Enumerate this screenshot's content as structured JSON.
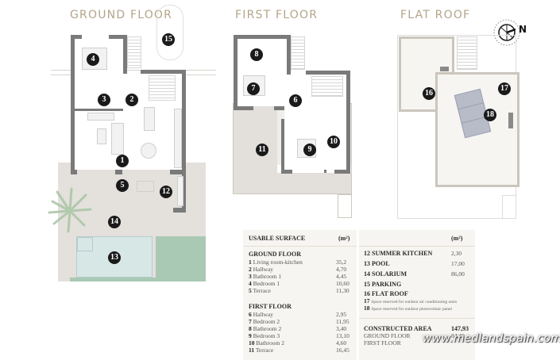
{
  "titles": {
    "ground_floor": "GROUND FLOOR",
    "first_floor": "FIRST FLOOR",
    "flat_roof": "FLAT ROOF"
  },
  "compass": {
    "label": "N"
  },
  "room_markers": [
    "1",
    "2",
    "3",
    "4",
    "5",
    "6",
    "7",
    "8",
    "9",
    "10",
    "11",
    "12",
    "13",
    "14",
    "15",
    "16",
    "17",
    "18"
  ],
  "colors": {
    "title": "#b2a58a",
    "wall": "#7a7a7a",
    "terrace": "#e2deda",
    "pool": "#d6e6e6",
    "lawn": "#a9c9b4",
    "panel": "#b8bbc8",
    "table_bg": "#f7f5f1"
  },
  "table": {
    "left": {
      "header": "USABLE SURFACE",
      "unit": "(m²)",
      "ground_floor": {
        "heading": "GROUND FLOOR",
        "rows": [
          {
            "num": "1",
            "label": "Living room-kitchen",
            "value": "35,2"
          },
          {
            "num": "2",
            "label": "Hallway",
            "value": "4,70"
          },
          {
            "num": "3",
            "label": "Bathroom 1",
            "value": "4,45"
          },
          {
            "num": "4",
            "label": "Bedroom 1",
            "value": "10,60"
          },
          {
            "num": "5",
            "label": "Terrace",
            "value": "11,30"
          }
        ]
      },
      "first_floor": {
        "heading": "FIRST FLOOR",
        "rows": [
          {
            "num": "6",
            "label": "Hallway",
            "value": "2,95"
          },
          {
            "num": "7",
            "label": "Bedroom 2",
            "value": "11,95"
          },
          {
            "num": "8",
            "label": "Bathroom 2",
            "value": "3,40"
          },
          {
            "num": "9",
            "label": "Bedroom 3",
            "value": "13,10"
          },
          {
            "num": "10",
            "label": "Bathroom 2",
            "value": "4,60"
          },
          {
            "num": "11",
            "label": "Terrace",
            "value": "16,45"
          }
        ]
      }
    },
    "right": {
      "unit": "(m²)",
      "rows": [
        {
          "label": "12 SUMMER KITCHEN",
          "value": "2,30"
        },
        {
          "label": "13 POOL",
          "value": "17,00"
        },
        {
          "label": "14 SOLARIUM",
          "value": "86,00"
        },
        {
          "label": "15 PARKING",
          "value": ""
        },
        {
          "label": "16 FLAT ROOF",
          "value": ""
        }
      ],
      "notes": [
        {
          "num": "17",
          "text": "Space reserved for outdoor air conditioning units"
        },
        {
          "num": "18",
          "text": "Space reserved for outdoor photovoltaic panel"
        }
      ],
      "constructed": {
        "label": "CONSTRUCTED AREA",
        "value": "147,93",
        "ground_label": "GROUND FLOOR",
        "ground_value": "84,40",
        "first_label": "FIRST FLOOR",
        "first_value": ""
      }
    }
  },
  "watermark": "www.medlandspain.com"
}
